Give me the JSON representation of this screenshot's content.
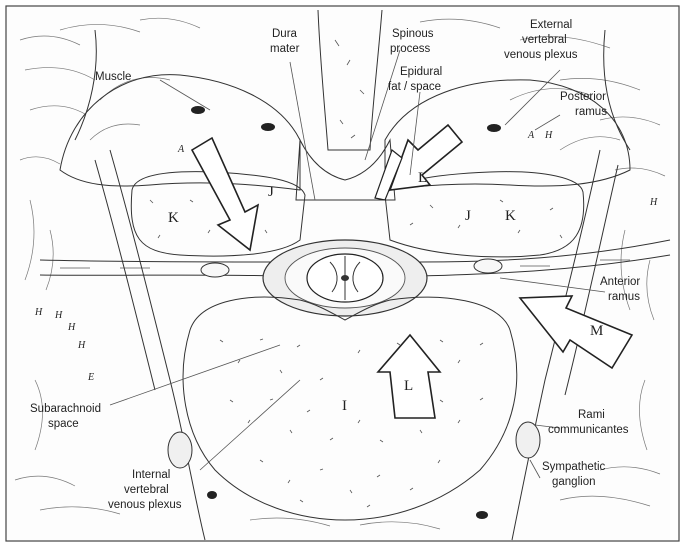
{
  "labels": {
    "muscle": "Muscle",
    "dura_1": "Dura",
    "dura_2": "mater",
    "spinous_1": "Spinous",
    "spinous_2": "process",
    "epidural_1": "Epidural",
    "epidural_2": "fat / space",
    "evp_1": "External",
    "evp_2": "vertebral",
    "evp_3": "venous plexus",
    "posterior_1": "Posterior",
    "posterior_2": "ramus",
    "anterior_1": "Anterior",
    "anterior_2": "ramus",
    "subarachnoid_1": "Subarachnoid",
    "subarachnoid_2": "space",
    "internal_1": "Internal",
    "internal_2": "vertebral",
    "internal_3": "venous plexus",
    "rami_1": "Rami",
    "rami_2": "communicantes",
    "sympathetic_1": "Sympathetic",
    "sympathetic_2": "ganglion"
  },
  "letters": {
    "k_left": "K",
    "k_right": "K",
    "j_left": "J",
    "j_right": "J",
    "i_body": "I",
    "l_left": "L",
    "l_bottom": "L",
    "m_right": "M",
    "a_left": "A",
    "a_right": "A",
    "h_right1": "H",
    "h_right2": "H",
    "h_left1": "H",
    "h_left2": "H",
    "h_left3": "H",
    "h_left4": "H",
    "e_left": "E"
  }
}
